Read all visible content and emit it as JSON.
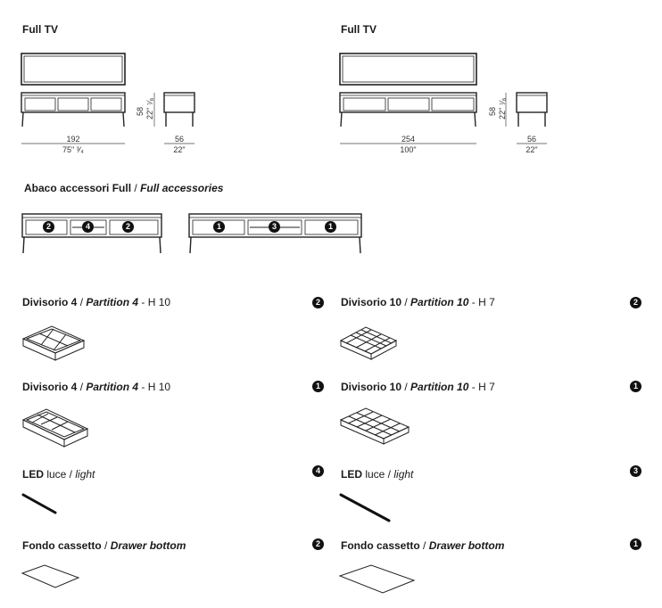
{
  "top_left": {
    "title": "Full TV",
    "width_cm": "192",
    "width_in": "75\" ³⁄₄",
    "depth_cm": "56",
    "depth_in": "22\"",
    "height_cm": "58",
    "height_in": "22\" ⁷⁄₈"
  },
  "top_right": {
    "title": "Full TV",
    "width_cm": "254",
    "width_in": "100\"",
    "depth_cm": "56",
    "depth_in": "22\"",
    "height_cm": "58",
    "height_in": "22\" ⁷⁄₈"
  },
  "accessories": {
    "title_it": "Abaco accessori Full",
    "sep": " / ",
    "title_en": "Full accessories",
    "small_unit_badges": [
      "2",
      "4",
      "2"
    ],
    "large_unit_badges": [
      "1",
      "3",
      "1"
    ]
  },
  "items": [
    {
      "it": "Divisorio 4",
      "sep": " / ",
      "en": "Partition 4",
      "suffix": " - H 10",
      "badge": "2"
    },
    {
      "it": "Divisorio 10",
      "sep": " / ",
      "en": "Partition 10",
      "suffix": " - H 7",
      "badge": "2"
    },
    {
      "it": "Divisorio 4",
      "sep": " / ",
      "en": "Partition 4",
      "suffix": " - H 10",
      "badge": "1"
    },
    {
      "it": "Divisorio 10",
      "sep": " / ",
      "en": "Partition 10",
      "suffix": " - H 7",
      "badge": "1"
    },
    {
      "it": "LED",
      "rest": " luce / ",
      "en": "light",
      "badge": "4"
    },
    {
      "it": "LED",
      "rest": " luce / ",
      "en": "light",
      "badge": "3"
    },
    {
      "it": "Fondo cassetto",
      "sep": " / ",
      "en": "Drawer bottom",
      "badge": "2"
    },
    {
      "it": "Fondo cassetto",
      "sep": " / ",
      "en": "Drawer bottom",
      "badge": "1"
    }
  ]
}
